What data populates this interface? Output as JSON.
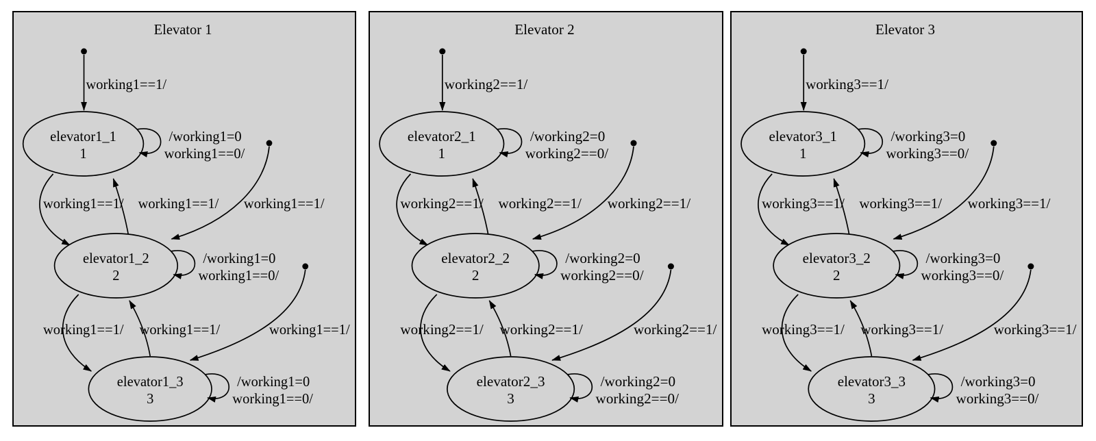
{
  "colors": {
    "page_background": "#ffffff",
    "panel_fill": "#d3d3d3",
    "panel_border": "#000000",
    "line": "#000000",
    "text": "#000000"
  },
  "panels": [
    {
      "title": "Elevator 1",
      "initial_transitions": [
        {
          "target": "elevator1_1",
          "label": "working1==1/"
        },
        {
          "target": "elevator1_2",
          "label": "working1==1/"
        },
        {
          "target": "elevator1_3",
          "label": "working1==1/"
        }
      ],
      "states": [
        {
          "name": "elevator1_1",
          "floor_label": "1",
          "self_loop_action": "/working1=0",
          "self_loop_guard": "working1==0/"
        },
        {
          "name": "elevator1_2",
          "floor_label": "2",
          "self_loop_action": "/working1=0",
          "self_loop_guard": "working1==0/"
        },
        {
          "name": "elevator1_3",
          "floor_label": "3",
          "self_loop_action": "/working1=0",
          "self_loop_guard": "working1==0/"
        }
      ],
      "transitions": [
        {
          "from": "elevator1_1",
          "to": "elevator1_2",
          "label": "working1==1/"
        },
        {
          "from": "elevator1_2",
          "to": "elevator1_1",
          "label": "working1==1/"
        },
        {
          "from": "elevator1_2",
          "to": "elevator1_3",
          "label": "working1==1/"
        },
        {
          "from": "elevator1_3",
          "to": "elevator1_2",
          "label": "working1==1/"
        }
      ]
    },
    {
      "title": "Elevator 2",
      "initial_transitions": [
        {
          "target": "elevator2_1",
          "label": "working2==1/"
        },
        {
          "target": "elevator2_2",
          "label": "working2==1/"
        },
        {
          "target": "elevator2_3",
          "label": "working2==1/"
        }
      ],
      "states": [
        {
          "name": "elevator2_1",
          "floor_label": "1",
          "self_loop_action": "/working2=0",
          "self_loop_guard": "working2==0/"
        },
        {
          "name": "elevator2_2",
          "floor_label": "2",
          "self_loop_action": "/working2=0",
          "self_loop_guard": "working2==0/"
        },
        {
          "name": "elevator2_3",
          "floor_label": "3",
          "self_loop_action": "/working2=0",
          "self_loop_guard": "working2==0/"
        }
      ],
      "transitions": [
        {
          "from": "elevator2_1",
          "to": "elevator2_2",
          "label": "working2==1/"
        },
        {
          "from": "elevator2_2",
          "to": "elevator2_1",
          "label": "working2==1/"
        },
        {
          "from": "elevator2_2",
          "to": "elevator2_3",
          "label": "working2==1/"
        },
        {
          "from": "elevator2_3",
          "to": "elevator2_2",
          "label": "working2==1/"
        }
      ]
    },
    {
      "title": "Elevator 3",
      "initial_transitions": [
        {
          "target": "elevator3_1",
          "label": "working3==1/"
        },
        {
          "target": "elevator3_2",
          "label": "working3==1/"
        },
        {
          "target": "elevator3_3",
          "label": "working3==1/"
        }
      ],
      "states": [
        {
          "name": "elevator3_1",
          "floor_label": "1",
          "self_loop_action": "/working3=0",
          "self_loop_guard": "working3==0/"
        },
        {
          "name": "elevator3_2",
          "floor_label": "2",
          "self_loop_action": "/working3=0",
          "self_loop_guard": "working3==0/"
        },
        {
          "name": "elevator3_3",
          "floor_label": "3",
          "self_loop_action": "/working3=0",
          "self_loop_guard": "working3==0/"
        }
      ],
      "transitions": [
        {
          "from": "elevator3_1",
          "to": "elevator3_2",
          "label": "working3==1/"
        },
        {
          "from": "elevator3_2",
          "to": "elevator3_1",
          "label": "working3==1/"
        },
        {
          "from": "elevator3_2",
          "to": "elevator3_3",
          "label": "working3==1/"
        },
        {
          "from": "elevator3_3",
          "to": "elevator3_2",
          "label": "working3==1/"
        }
      ]
    }
  ]
}
